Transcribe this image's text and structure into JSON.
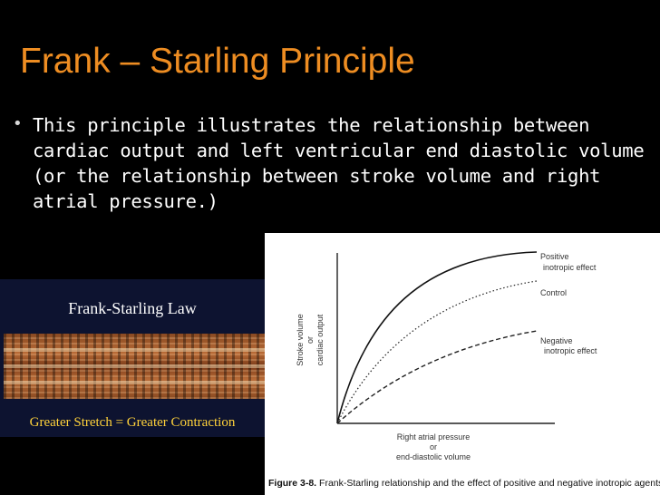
{
  "slide": {
    "title": "Frank – Starling Principle",
    "bullet_marker": "•",
    "bullet_text": "This principle illustrates the relationship between cardiac output and left ventricular end diastolic volume (or the relationship between stroke volume and right atrial pressure.)"
  },
  "law_image": {
    "title": "Frank-Starling Law",
    "caption": "Greater Stretch = Greater Contraction"
  },
  "figure": {
    "y_label_line1": "Stroke volume",
    "y_label_line2": "or",
    "y_label_line3": "cardiac output",
    "x_label_line1": "Right atrial pressure",
    "x_label_line2": "or",
    "x_label_line3": "end-diastolic volume",
    "curve_positive_line1": "Positive",
    "curve_positive_line2": "inotropic effect",
    "curve_control": "Control",
    "curve_negative_line1": "Negative",
    "curve_negative_line2": "inotropic effect",
    "caption_label": "Figure 3-8.",
    "caption_text": "Frank-Starling relationship and the effect of positive and negative inotropic agents."
  },
  "colors": {
    "title": "#ee8d22",
    "background": "#000000",
    "text": "#ffffff",
    "law_caption": "#ffd23a"
  }
}
